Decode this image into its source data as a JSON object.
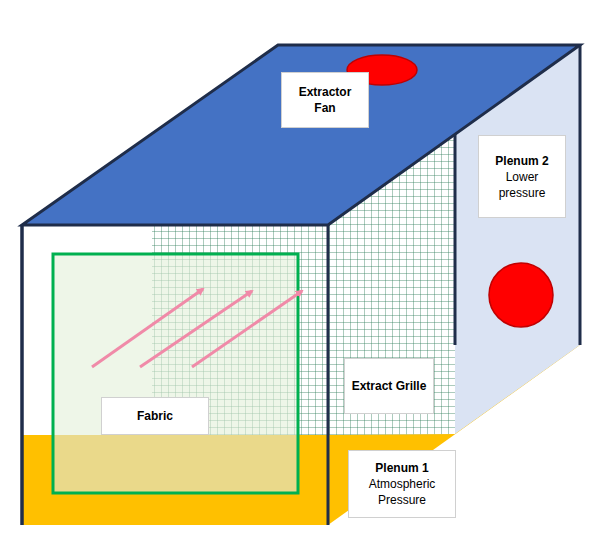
{
  "diagram": {
    "nodes": [
      {
        "text": [
          "Extractor Fan"
        ]
      },
      {
        "text": [
          "Plenum 2",
          "Lower pressure"
        ]
      },
      {
        "text": [
          "Extract Grille"
        ]
      },
      {
        "text": [
          "Fabric"
        ]
      },
      {
        "text": [
          "Plenum 1",
          "Atmospheric Pressure"
        ]
      }
    ]
  }
}
